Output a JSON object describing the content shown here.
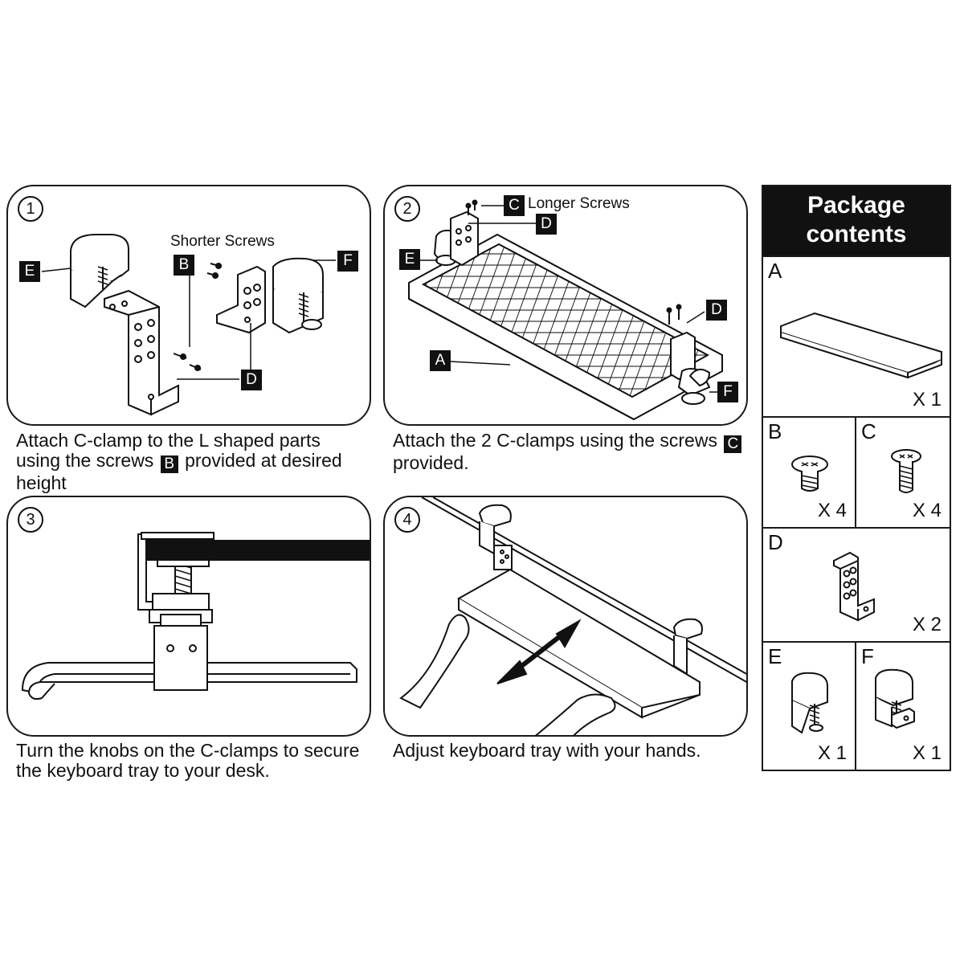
{
  "steps": [
    {
      "number": "1",
      "labels": {
        "e": "E",
        "b": "B",
        "f": "F",
        "d": "D"
      },
      "note": "Shorter Screws",
      "caption": {
        "pre": "Attach C-clamp to the L shaped parts using the screws",
        "tag": "B",
        "post": "provided at desired height"
      }
    },
    {
      "number": "2",
      "labels": {
        "c": "C",
        "d_top": "D",
        "e": "E",
        "a": "A",
        "d_right": "D",
        "f": "F"
      },
      "note": "Longer Screws",
      "caption": {
        "pre": "Attach the 2 C-clamps using the screws",
        "tag": "C",
        "post": "provided."
      }
    },
    {
      "number": "3",
      "caption": {
        "text": "Turn the knobs on the C-clamps to secure the keyboard tray to your desk."
      }
    },
    {
      "number": "4",
      "caption": {
        "text": "Adjust keyboard tray with your hands."
      }
    }
  ],
  "package": {
    "title_line1": "Package",
    "title_line2": "contents",
    "items": [
      {
        "letter": "A",
        "qty": "X 1",
        "icon": "keyboard-tray-board"
      },
      {
        "letter": "B",
        "qty": "X 4",
        "icon": "short-screw"
      },
      {
        "letter": "C",
        "qty": "X 4",
        "icon": "long-screw"
      },
      {
        "letter": "D",
        "qty": "X 2",
        "icon": "l-bracket"
      },
      {
        "letter": "E",
        "qty": "X 1",
        "icon": "c-clamp-left"
      },
      {
        "letter": "F",
        "qty": "X 1",
        "icon": "c-clamp-right"
      }
    ]
  }
}
